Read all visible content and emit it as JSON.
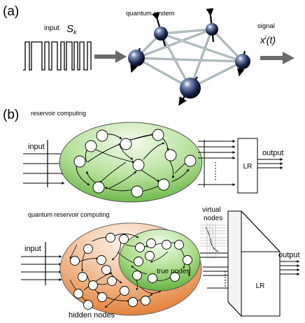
{
  "panel_a": {
    "label": "(a)",
    "input_label": "input",
    "input_symbol": "S",
    "input_subscript": "k",
    "system_label": "quantum system",
    "signal_label": "signal",
    "signal_symbol": "x",
    "signal_sup": "i",
    "signal_arg": "(t)"
  },
  "panel_b": {
    "label": "(b)",
    "rc": {
      "title": "reservoir computing",
      "input_label": "input",
      "lr_label": "LR",
      "output_label": "output"
    },
    "qrc": {
      "title": "quantum reservoir computing",
      "input_label": "input",
      "virtual_label_1": "virtual",
      "virtual_label_2": "nodes",
      "true_nodes_label": "true nodes",
      "hidden_nodes_label": "hidden nodes",
      "lr_label": "LR",
      "output_label": "output"
    }
  },
  "colors": {
    "green_fill": "#8fcf6a",
    "orange_fill": "#e58a3c",
    "arrow_gray": "#6a6a6a",
    "sphere": "#1d2a4a"
  }
}
